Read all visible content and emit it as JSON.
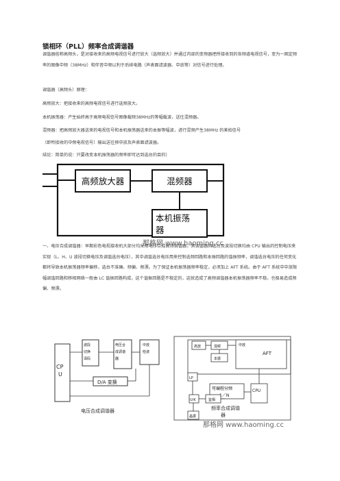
{
  "title": "锁相环（PLL）频率合成调谐器",
  "para1": "调谐器俗称高频头，是对接收来的高频电视信号进行放大（选频放大）并通过内部的变频器把所接收到的各频道电视信号，变为一固定频率的图像中频（38MHz）和伴音中频以利于后续电路（声表面滤波器、中放等）对信号进行处理。",
  "lines": [
    "调谐器（高频头）原理：",
    "高频放大：把接收来的高频电视信号进行选频放大。",
    "本机振荡器：产生始终高于高频电视信号图像载频38MHz的等幅载波，送往混频器。",
    "混频器：把高频放大器送来的电视信号和本机振荡器送来的本振等幅波，进行混频产生38MHz 的差拍信号",
    "（即所接收的中频电视信号）输出送往预中放及声表面滤波器。",
    "结论：简单的说：只要改变本机振荡器的频率即可达到选台的目的）"
  ],
  "diagram1": {
    "blocks": [
      "高频放大器",
      "混频器",
      "本机振荡",
      "器"
    ],
    "watermark": "那格网 www.haoming.cc"
  },
  "para2": "一、电压合成调谐器：早期彩色电视接收机大部分均采用电压合成高频调谐器，其调谐器的选台及波段切换均由 CPU 输出的控制电压来实现（L、H、U 波段切换电压及调谐选台电压），其中调谐选台电压用来控制选频回路和本振回路的谐振频率，调谐选台电压的任何变化都将导致本机振荡器频率偏移，选台不准确、频偏、频漂。为了保证本机振荡器频率稳定，必须加上 AFT 系统。由于 AFT 系统中中放限幅调谐回路和移相网络一般由 LC 谐振回路构成，这个谐振回路是不稳定的，这就造成了高频调谐器本机振荡器频率不稳，也极易造成频偏、频漂。",
  "diagram2": {
    "left": {
      "cpu": "CP",
      "cpu2": "U",
      "band1": "波段",
      "band2": "切换",
      "band3": "译码",
      "vs1": "电压合",
      "vs2": "成调谐",
      "vs3": "器",
      "if1": "中放",
      "if2": "检波",
      "da": "D/A 变换",
      "caption": "电压合成调谐器"
    },
    "right": {
      "pre": "高放",
      "mix": "混频",
      "ifa": "中放",
      "lo": "本振",
      "aft": "AFT",
      "lp": "LP",
      "div1": "可编程分频",
      "div2": "1／N",
      "pd": "U/K",
      "phase": "鉴相",
      "cpu": "CPU",
      "ref": "晶振",
      "caption": "频率合成调谐",
      "caption2": "器",
      "watermark": "那格网 www.haoming.cc"
    }
  }
}
